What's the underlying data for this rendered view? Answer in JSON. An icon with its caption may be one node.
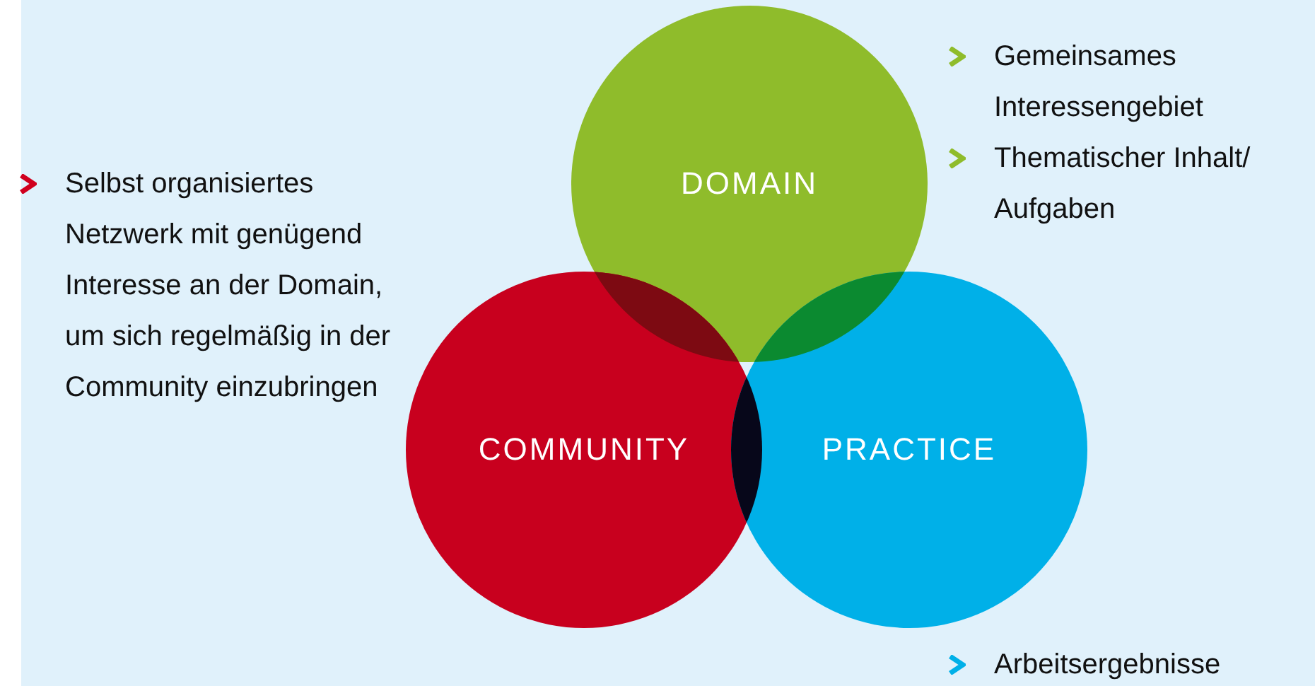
{
  "diagram": {
    "nodes": [
      {
        "text": [
          "DOMAIN"
        ]
      },
      {
        "text": [
          "COMMUNITY"
        ]
      },
      {
        "text": [
          "PRACTICE"
        ]
      }
    ],
    "labels": [
      "Selbst organisiertes Netzwerk mit genügend Interesse an der Domain, um sich regelmäßig in der Community einzubringen",
      "Gemeinsames Interessengebiet",
      "Thematischer Inhalt/ Aufgaben",
      "Arbeitsergebnisse"
    ]
  }
}
